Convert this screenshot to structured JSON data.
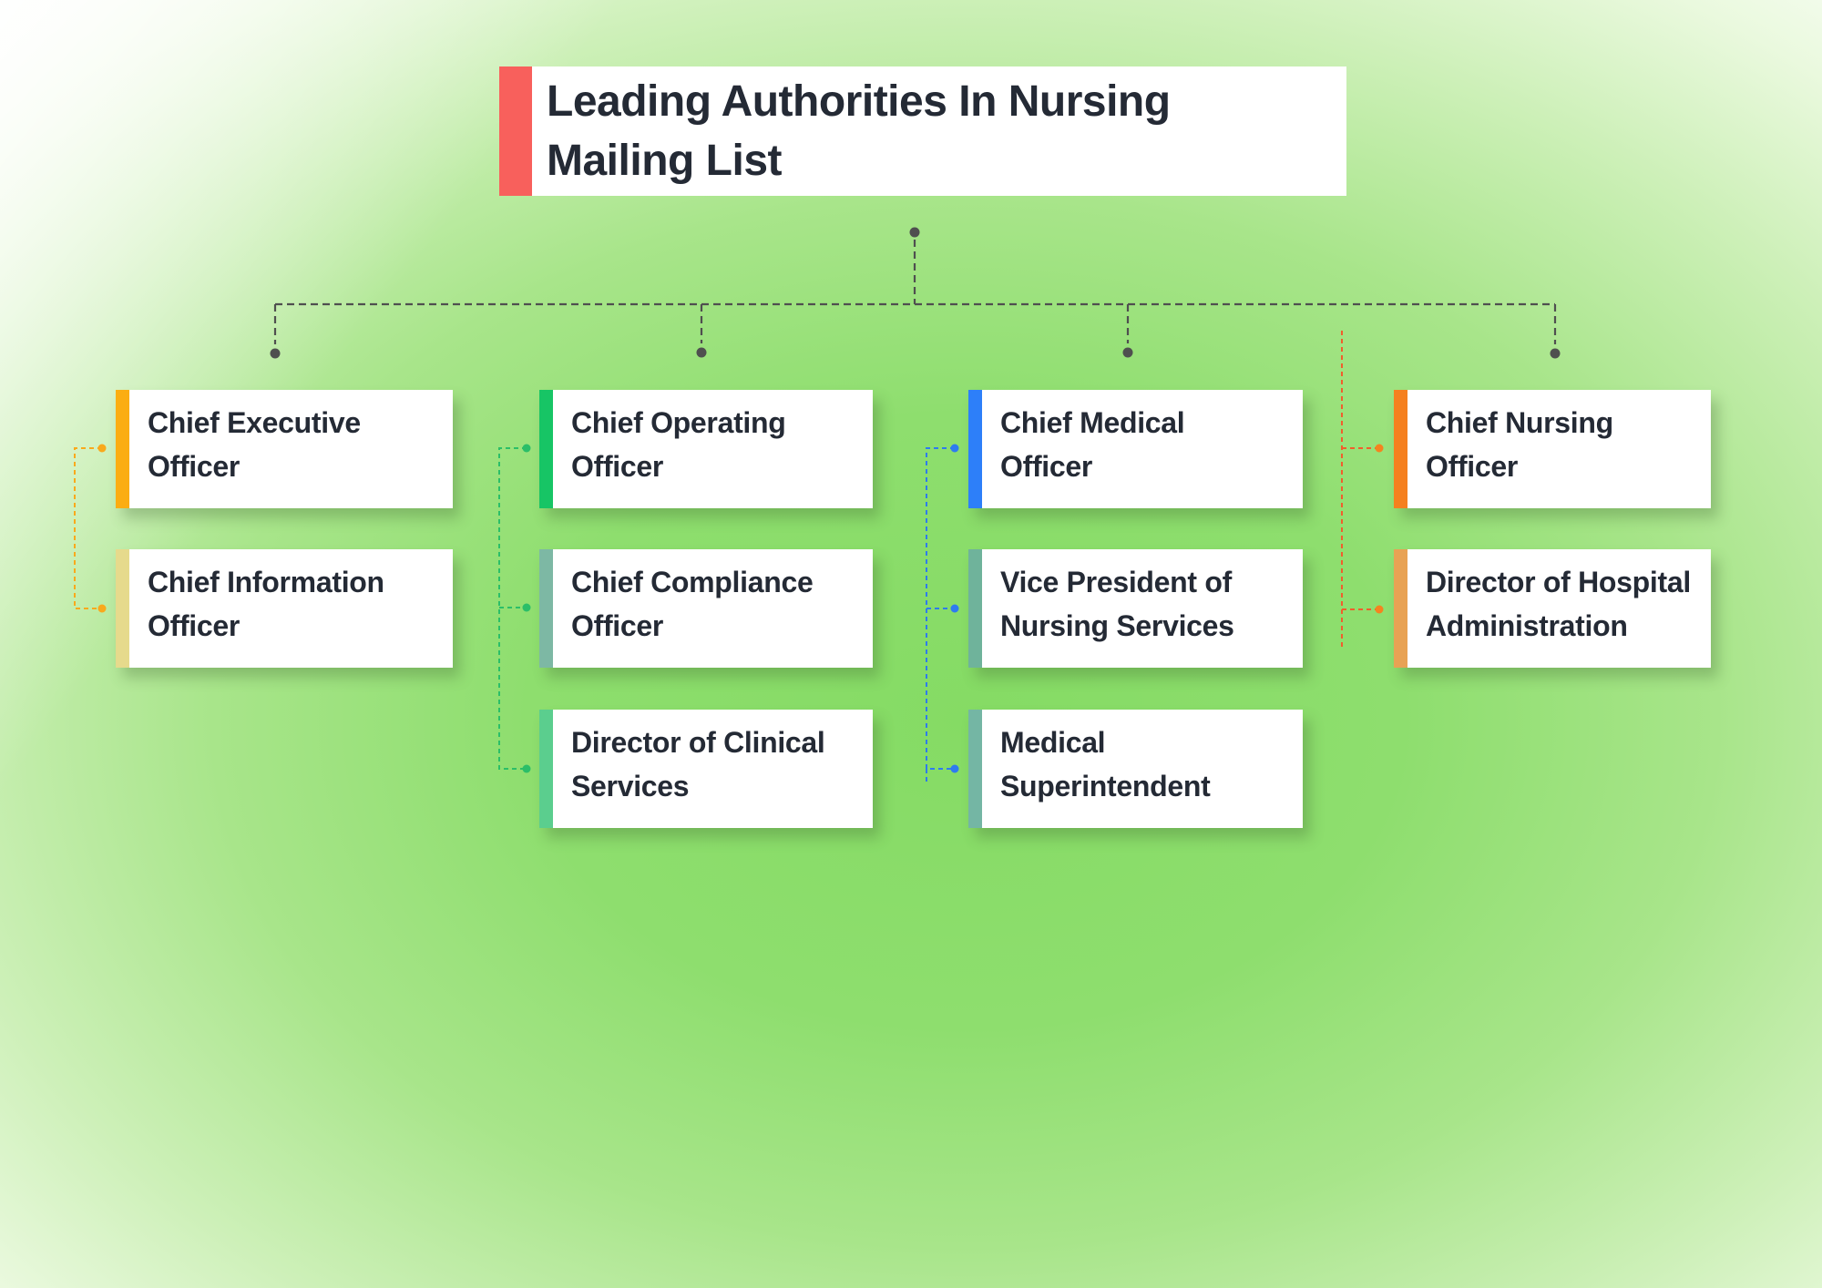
{
  "title": {
    "lines": [
      "Leading Authorities In Nursing",
      "Mailing List"
    ],
    "accent_color": "#F8605C"
  },
  "colors": {
    "trunk_line": "#4F4F4F",
    "card_text": "#242A35",
    "card_bg": "#FFFFFF",
    "background_center": "#85DB64",
    "background_edge": "#F4FCEE"
  },
  "columns": [
    {
      "name": "executive",
      "connector_color": "#F9A91C",
      "connector_dot_color": "#F9A91C",
      "cards": [
        {
          "lines": [
            "Chief Executive",
            "Officer"
          ],
          "accent_color": "#FBAD12"
        },
        {
          "lines": [
            "Chief Information",
            "Officer"
          ],
          "accent_color": "#E6DA8C"
        }
      ]
    },
    {
      "name": "operations",
      "connector_color": "#2BBE68",
      "connector_dot_color": "#2BBE68",
      "cards": [
        {
          "lines": [
            "Chief Operating",
            "Officer"
          ],
          "accent_color": "#17C565"
        },
        {
          "lines": [
            "Chief Compliance",
            "Officer"
          ],
          "accent_color": "#7DB8A4"
        },
        {
          "lines": [
            "Director of Clinical",
            "Services"
          ],
          "accent_color": "#5BCE8E"
        }
      ]
    },
    {
      "name": "medical",
      "connector_color": "#2E7BF0",
      "connector_dot_color": "#2E7BF0",
      "cards": [
        {
          "lines": [
            "Chief Medical",
            "Officer"
          ],
          "accent_color": "#2D7FF9"
        },
        {
          "lines": [
            "Vice President of",
            "Nursing Services"
          ],
          "accent_color": "#6FB39B"
        },
        {
          "lines": [
            "Medical",
            "Superintendent"
          ],
          "accent_color": "#74B6A4"
        }
      ]
    },
    {
      "name": "nursing",
      "connector_color": "#F15E2C",
      "connector_dot_color": "#F5831F",
      "cards": [
        {
          "lines": [
            "Chief Nursing",
            "Officer"
          ],
          "accent_color": "#F5801F"
        },
        {
          "lines": [
            "Director of Hospital",
            "Administration"
          ],
          "accent_color": "#E8A254"
        }
      ]
    }
  ]
}
